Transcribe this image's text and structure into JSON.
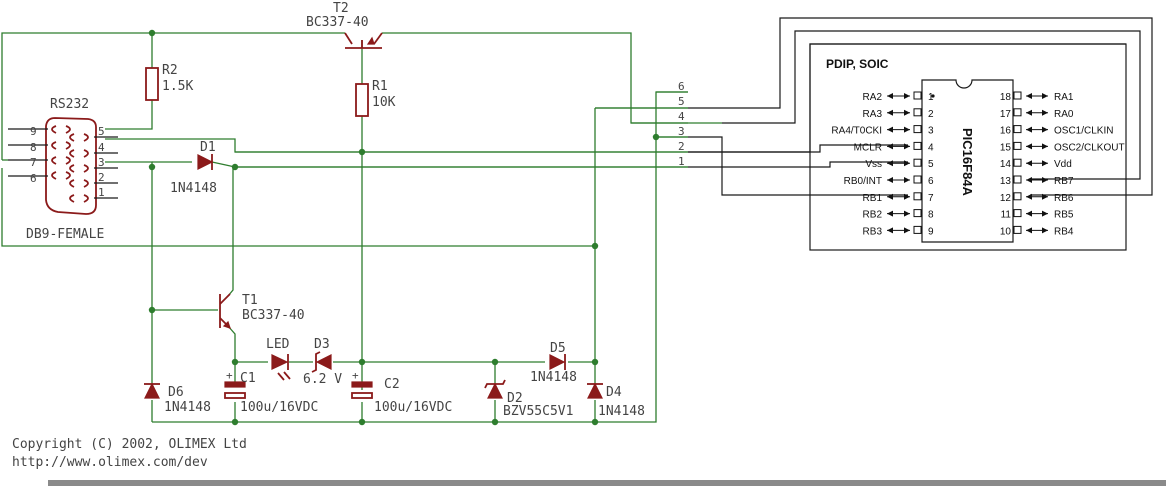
{
  "components": {
    "t2": {
      "name": "T2",
      "value": "BC337-40"
    },
    "r1": {
      "name": "R1",
      "value": "10K"
    },
    "r2": {
      "name": "R2",
      "value": "1.5K"
    },
    "rs232": {
      "title": "RS232",
      "name": "DB9-FEMALE",
      "pins_left": [
        "9",
        "8",
        "7",
        "6"
      ],
      "pins_right": [
        "5",
        "4",
        "3",
        "2",
        "1"
      ]
    },
    "d1": {
      "name": "D1",
      "value": "1N4148"
    },
    "t1": {
      "name": "T1",
      "value": "BC337-40"
    },
    "led": {
      "name": "LED"
    },
    "d3": {
      "name": "D3",
      "value": "6.2 V"
    },
    "c1": {
      "name": "C1",
      "value": "100u/16VDC"
    },
    "c2": {
      "name": "C2",
      "value": "100u/16VDC"
    },
    "d2": {
      "name": "D2",
      "value": "BZV55C5V1"
    },
    "d4": {
      "name": "D4",
      "value": "1N4148"
    },
    "d5": {
      "name": "D5",
      "value": "1N4148"
    },
    "d6": {
      "name": "D6",
      "value": "1N4148"
    }
  },
  "connector": {
    "pins": [
      "6",
      "5",
      "4",
      "3",
      "2",
      "1"
    ]
  },
  "chip": {
    "package": "PDIP, SOIC",
    "name": "PIC16F84A",
    "left_pins": [
      {
        "num": "1",
        "label": "RA2"
      },
      {
        "num": "2",
        "label": "RA3"
      },
      {
        "num": "3",
        "label": "RA4/T0CKI"
      },
      {
        "num": "4",
        "label": "MCLR"
      },
      {
        "num": "5",
        "label": "Vss"
      },
      {
        "num": "6",
        "label": "RB0/INT"
      },
      {
        "num": "7",
        "label": "RB1"
      },
      {
        "num": "8",
        "label": "RB2"
      },
      {
        "num": "9",
        "label": "RB3"
      }
    ],
    "right_pins": [
      {
        "num": "18",
        "label": "RA1"
      },
      {
        "num": "17",
        "label": "RA0"
      },
      {
        "num": "16",
        "label": "OSC1/CLKIN"
      },
      {
        "num": "15",
        "label": "OSC2/CLKOUT"
      },
      {
        "num": "14",
        "label": "Vdd"
      },
      {
        "num": "13",
        "label": "RB7"
      },
      {
        "num": "12",
        "label": "RB6"
      },
      {
        "num": "11",
        "label": "RB5"
      },
      {
        "num": "10",
        "label": "RB4"
      }
    ]
  },
  "footer": {
    "copyright": "Copyright (C) 2002, OLIMEX Ltd",
    "url": "http://www.olimex.com/dev"
  }
}
